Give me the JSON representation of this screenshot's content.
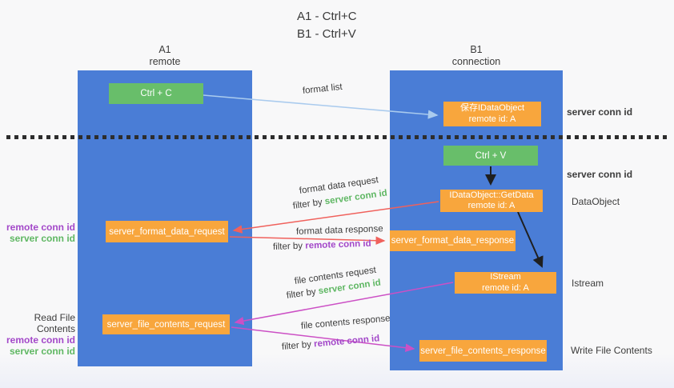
{
  "colors": {
    "lane_blue": "#4A7DD6",
    "box_green": "#68BE6A",
    "box_orange": "#F8A63D",
    "arrow_blue": "#AACBEE",
    "arrow_red": "#F0615C",
    "arrow_magenta": "#CC50C5",
    "arrow_black": "#1F1F1F",
    "text_green": "#5FB763",
    "text_purple": "#A348C9",
    "text_dark": "#3B3B3B"
  },
  "title": {
    "line1": "A1 - Ctrl+C",
    "line2": "B1 - Ctrl+V"
  },
  "lanes": {
    "left": {
      "id": "A1",
      "role": "remote"
    },
    "right": {
      "id": "B1",
      "role": "connection"
    }
  },
  "nodes": {
    "ctrl_c": {
      "label": "Ctrl + C"
    },
    "save_dataobject": {
      "line1": "保存IDataObject",
      "line2": "remote id: A"
    },
    "ctrl_v": {
      "label": "Ctrl + V"
    },
    "getdata": {
      "line1": "IDataObject::GetData",
      "line2": "remote id: A"
    },
    "format_request": {
      "label": "server_format_data_request"
    },
    "format_response": {
      "label": "server_format_data_response"
    },
    "istream": {
      "line1": "IStream",
      "line2": "remote id: A"
    },
    "file_request": {
      "label": "server_file_contents_request"
    },
    "file_response": {
      "label": "server_file_contents_response"
    }
  },
  "arrow_labels": {
    "format_list": "format list",
    "format_data_request": {
      "text": "format data request",
      "filter_prefix": "filter by ",
      "filter_value": "server conn id"
    },
    "format_data_response": {
      "text": "format data response",
      "filter_prefix": "filter by ",
      "filter_value": "remote conn id"
    },
    "file_contents_request": {
      "text": "file contents request",
      "filter_prefix": "filter by ",
      "filter_value": "server conn id"
    },
    "file_contents_response": {
      "text": "file contents response",
      "filter_prefix": "filter by ",
      "filter_value": "remote conn id"
    }
  },
  "side_labels": {
    "save_server_conn": "server conn id",
    "paste_server_conn": "server conn id",
    "dataobject": "DataObject",
    "istream": "Istream",
    "write_file": "Write File Contents",
    "read_file": "Read File Contents",
    "format_req_remote": "remote conn id",
    "format_req_server": "server conn id",
    "file_req_remote": "remote conn id",
    "file_req_server": "server conn id"
  }
}
